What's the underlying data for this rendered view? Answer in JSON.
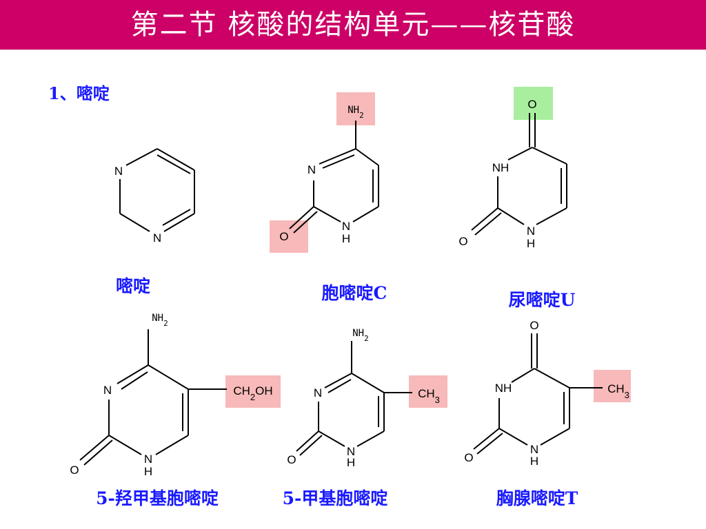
{
  "slide": {
    "title": "第二节  核酸的结构单元——核苷酸",
    "section_label": "1、嘧啶"
  },
  "colors": {
    "title_bar": "#cc0066",
    "caption": "#1a1aff",
    "highlight_red": "#f7b9b9",
    "highlight_green": "#a9ee9f"
  },
  "molecules": {
    "pyrimidine": {
      "caption": "嘧啶",
      "n1": "N",
      "n3": "N"
    },
    "cytosine": {
      "caption": "胞嘧啶C",
      "n3": "N",
      "n1": "N",
      "h1": "H",
      "o2": "O",
      "nh2": "NH2"
    },
    "uracil": {
      "caption": "尿嘧啶U",
      "nh3": "NH",
      "n1": "N",
      "h1": "H",
      "o2": "O",
      "o4": "O"
    },
    "hm_cytosine": {
      "caption": "5-羟甲基胞嘧啶",
      "n3": "N",
      "n1": "N",
      "h1": "H",
      "o2": "O",
      "nh2": "NH2",
      "ch2oh": "CH2OH"
    },
    "m_cytosine": {
      "caption": "5-甲基胞嘧啶",
      "n3": "N",
      "n1": "N",
      "h1": "H",
      "o2": "O",
      "nh2": "NH2",
      "ch3": "CH3"
    },
    "thymine": {
      "caption": "胸腺嘧啶T",
      "nh3": "NH",
      "n1": "N",
      "h1": "H",
      "o2": "O",
      "o4": "O",
      "ch3": "CH3"
    }
  }
}
